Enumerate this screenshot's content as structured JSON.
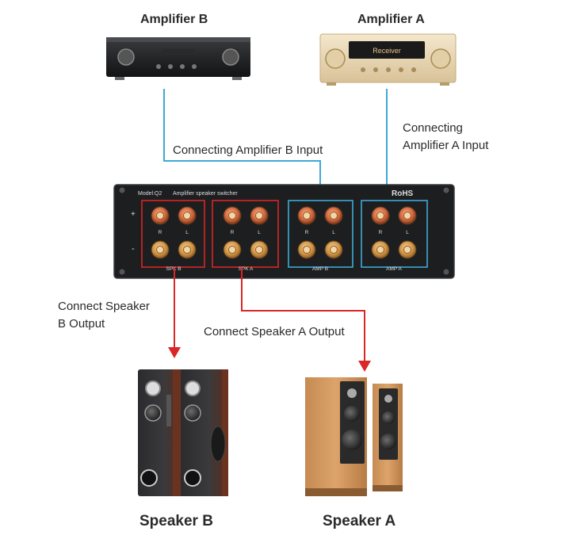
{
  "amplifiers": {
    "b": {
      "title": "Amplifier B"
    },
    "a": {
      "title": "Amplifier A",
      "display_text": "Receiver"
    }
  },
  "connections": {
    "amp_b_input": "Connecting Amplifier B Input",
    "amp_a_input_line1": "Connecting",
    "amp_a_input_line2": "Amplifier A Input",
    "speaker_b_output_line1": "Connect Speaker",
    "speaker_b_output_line2": "B Output",
    "speaker_a_output": "Connect Speaker A Output"
  },
  "switcher": {
    "model": "Model:Q2",
    "name": "Amplifier speaker switcher",
    "cert": "RoHS",
    "plus": "+",
    "minus": "-",
    "channel_r": "R",
    "channel_l": "L",
    "groups": [
      "SPK B",
      "SPK A",
      "AMP B",
      "AMP A"
    ]
  },
  "speakers": {
    "b": {
      "title": "Speaker B"
    },
    "a": {
      "title": "Speaker A"
    }
  },
  "colors": {
    "input_line": "#3fa9d6",
    "output_line": "#d92626",
    "panel": "#1d1e20",
    "terminal_gold": "#c98a3e"
  }
}
